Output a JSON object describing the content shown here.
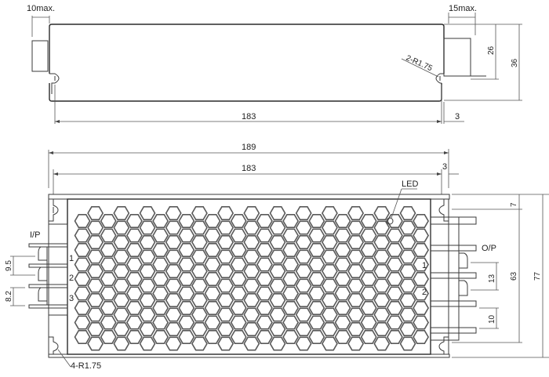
{
  "drawing": {
    "type": "mechanical outline drawing",
    "side_view": {
      "connector_left_max": "10max.",
      "connector_right_max": "15max.",
      "mount_hole_label": "2-R1.75",
      "length": "183",
      "edge_offset": "3",
      "height_connector": "26",
      "height_total": "36"
    },
    "top_view": {
      "overall_length": "189",
      "body_length": "183",
      "edge_offset": "3",
      "led_label": "LED",
      "input_label": "I/P",
      "input_pins": [
        "1",
        "2",
        "3"
      ],
      "input_pitch_1": "9.5",
      "input_pitch_2": "8.2",
      "output_label": "O/P",
      "output_pins": [
        "1",
        "2"
      ],
      "output_pitch": "13",
      "output_gap": "10",
      "flange_offset": "7",
      "hole_spacing": "63",
      "overall_width": "77",
      "mount_hole_label": "4-R1.75"
    }
  }
}
